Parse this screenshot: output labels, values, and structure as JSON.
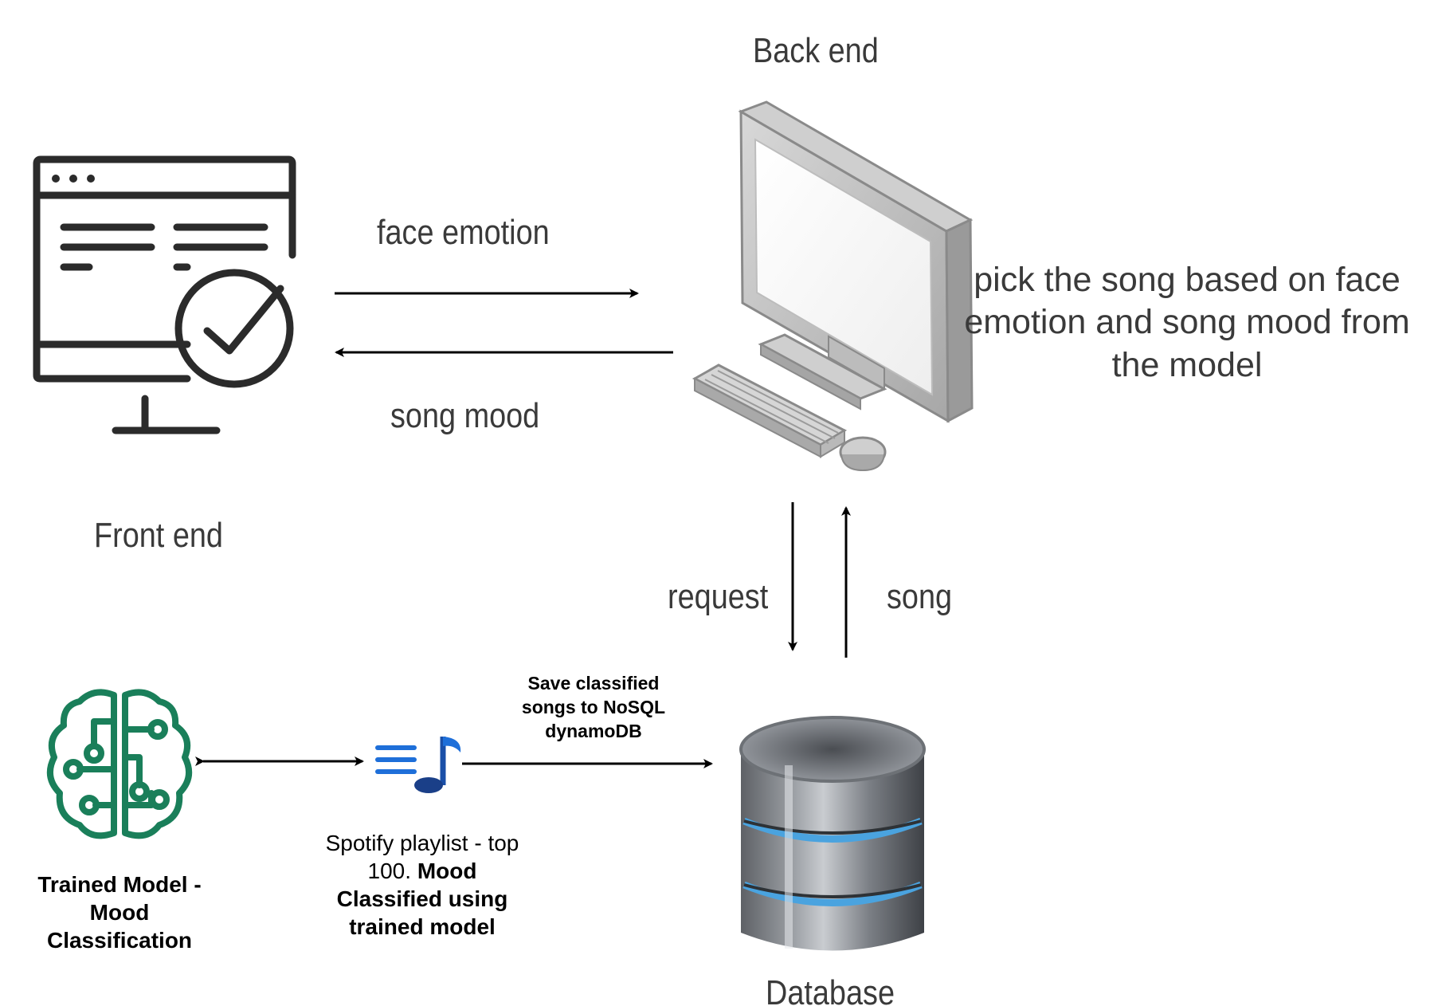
{
  "nodes": {
    "front_end": {
      "label": "Front end"
    },
    "back_end": {
      "label": "Back end"
    },
    "database": {
      "label": "Database"
    },
    "model": {
      "label_line1": "Trained Model -",
      "label_line2": "Mood",
      "label_line3": "Classification"
    },
    "playlist": {
      "line1": "Spotify playlist - top",
      "line2_plain": "100. ",
      "line2_bold": "Mood",
      "line3": "Classified using",
      "line4": "trained model"
    }
  },
  "edges": {
    "face_emotion": "face emotion",
    "song_mood": "song mood",
    "request": "request",
    "song": "song",
    "save": {
      "line1": "Save classified",
      "line2": "songs to NoSQL",
      "line3": "dynamoDB"
    }
  },
  "annotations": {
    "backend_note": {
      "line1": "pick the song based on face",
      "line2": "emotion and song mood from",
      "line3": "the model"
    }
  },
  "colors": {
    "icon_dark": "#2b2b2b",
    "brain": "#1a7f5a",
    "music": "#1e6fd9",
    "db_band": "#4aa3df"
  },
  "icons": {
    "front_end": "web-app-check-icon",
    "back_end": "desktop-computer-icon",
    "database": "database-cylinder-icon",
    "model": "brain-circuit-icon",
    "playlist": "music-list-icon"
  }
}
